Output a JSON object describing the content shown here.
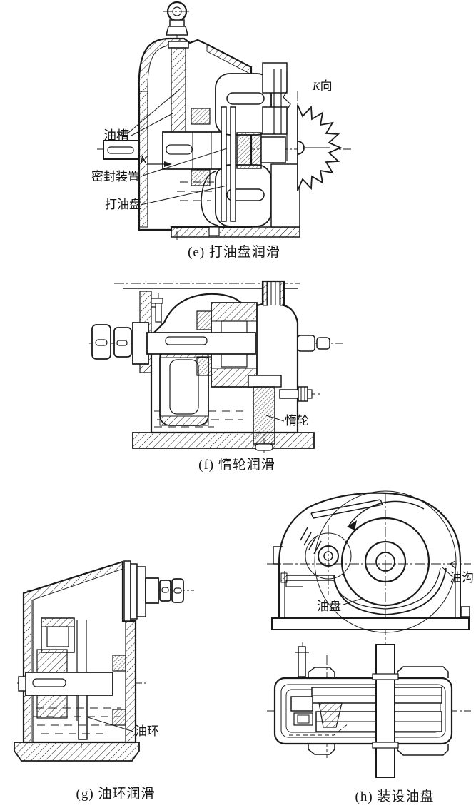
{
  "page": {
    "background": "#ffffff",
    "line_color": "#1a1a1a"
  },
  "figures": {
    "e": {
      "caption": "(e) 打油盘润滑",
      "view_label_k": "K",
      "view_label_dir": "向",
      "section_mark": "K",
      "callouts": {
        "oil_groove": "油槽",
        "seal_device": "密封装置",
        "oil_slinger_disc": "打油盘"
      }
    },
    "f": {
      "caption": "(f) 惰轮润滑",
      "callouts": {
        "idler_wheel": "惰轮"
      }
    },
    "g": {
      "caption": "(g) 油环润滑",
      "callouts": {
        "oil_ring": "油环"
      }
    },
    "h": {
      "caption": "(h) 装设油盘",
      "callouts": {
        "oil_channel": "油沟",
        "oil_pan": "油盘"
      }
    }
  }
}
